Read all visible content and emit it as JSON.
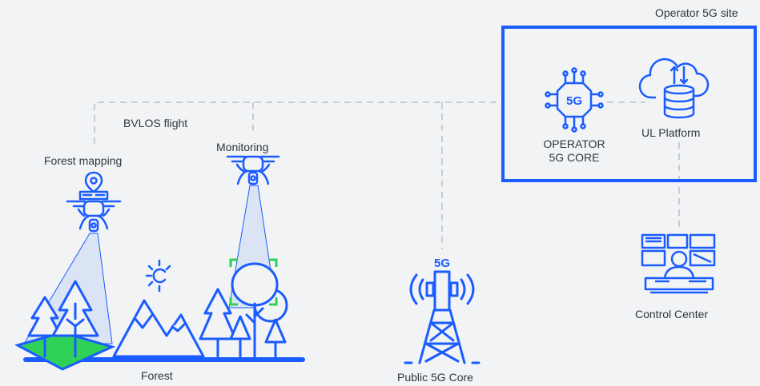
{
  "labels": {
    "operator_site": "Operator 5G site",
    "bvlos_flight": "BVLOS flight",
    "monitoring": "Monitoring",
    "forest_mapping": "Forest mapping",
    "operator_core_line1": "OPERATOR",
    "operator_core_line2": "5G CORE",
    "ul_platform": "UL Platform",
    "control_center": "Control Center",
    "forest": "Forest",
    "public_5g_core": "Public 5G Core",
    "tower_badge": "5G",
    "core_chip_text": "5G"
  },
  "colors": {
    "primary_blue": "#1a5cff",
    "dashed_line": "#c7ccd2",
    "beam_fill": "#dbe4f4",
    "accent_green": "#30d158",
    "text": "#2f3742",
    "background": "#f1f3f5"
  },
  "icons": [
    "drone-icon",
    "location-pin-icon",
    "package-icon",
    "sun-icon",
    "mountains-icon",
    "pine-tree-icon",
    "deciduous-tree-icon",
    "cell-tower-icon",
    "processor-chip-icon",
    "cloud-database-icon",
    "control-room-icon"
  ]
}
